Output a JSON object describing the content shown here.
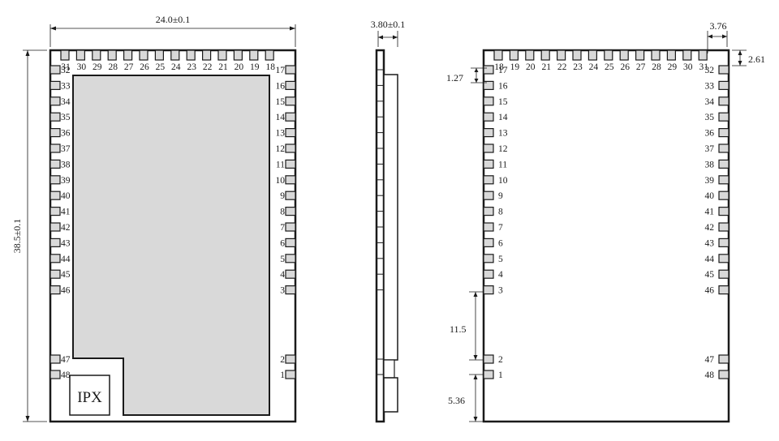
{
  "front": {
    "dim_width": "24.0±0.1",
    "dim_height": "38.5±0.1",
    "ipx_label": "IPX",
    "top_pins": [
      "31",
      "30",
      "29",
      "28",
      "27",
      "26",
      "25",
      "24",
      "23",
      "22",
      "21",
      "20",
      "19",
      "18"
    ],
    "left_pins": [
      "32",
      "33",
      "34",
      "35",
      "36",
      "37",
      "38",
      "39",
      "40",
      "41",
      "42",
      "43",
      "44",
      "45",
      "46"
    ],
    "left_pins_bottom": [
      "47",
      "48"
    ],
    "right_pins": [
      "17",
      "16",
      "15",
      "14",
      "13",
      "12",
      "11",
      "10",
      "9",
      "8",
      "7",
      "6",
      "5",
      "4",
      "3"
    ],
    "right_pins_bottom": [
      "2",
      "1"
    ]
  },
  "side": {
    "dim_thickness": "3.80±0.1"
  },
  "back": {
    "dim_pitch": "1.27",
    "dim_right_offset": "3.76",
    "dim_top_offset": "2.61",
    "dim_gap": "11.5",
    "dim_bottom": "5.36",
    "top_pins": [
      "18",
      "19",
      "20",
      "21",
      "22",
      "23",
      "24",
      "25",
      "26",
      "27",
      "28",
      "29",
      "30",
      "31"
    ],
    "left_pins": [
      "17",
      "16",
      "15",
      "14",
      "13",
      "12",
      "11",
      "10",
      "9",
      "8",
      "7",
      "6",
      "5",
      "4",
      "3"
    ],
    "left_pins_bottom": [
      "2",
      "1"
    ],
    "right_pins": [
      "32",
      "33",
      "34",
      "35",
      "36",
      "37",
      "38",
      "39",
      "40",
      "41",
      "42",
      "43",
      "44",
      "45",
      "46"
    ],
    "right_pins_bottom": [
      "47",
      "48"
    ]
  }
}
